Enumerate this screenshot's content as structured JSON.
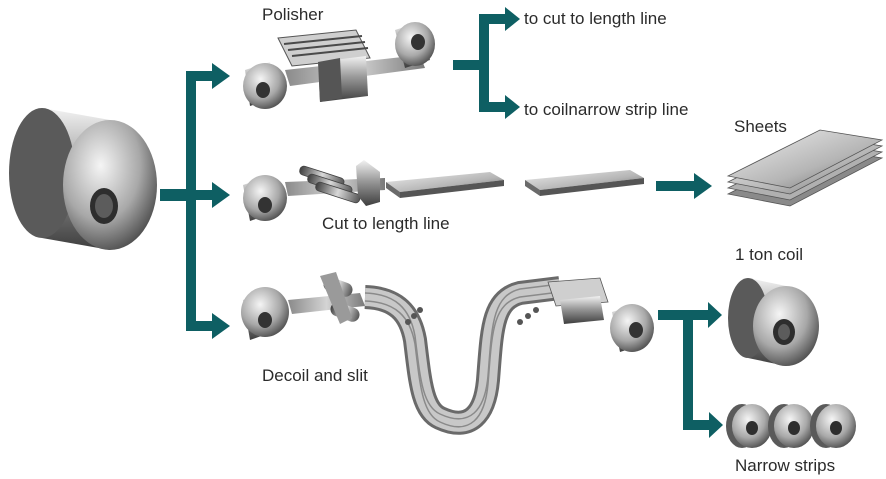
{
  "labels": {
    "polisher": "Polisher",
    "to_cut_to_length": "to cut to length line",
    "to_coil_narrow": "to coilnarrow strip line",
    "sheets": "Sheets",
    "cut_to_length_line": "Cut to length line",
    "one_ton_coil": "1 ton coil",
    "decoil_and_slit": "Decoil and slit",
    "narrow_strips": "Narrow strips"
  },
  "colors": {
    "arrow": "#0e5f63",
    "steel_dark": "#4a4a4a",
    "steel_light": "#e6e6e6"
  }
}
